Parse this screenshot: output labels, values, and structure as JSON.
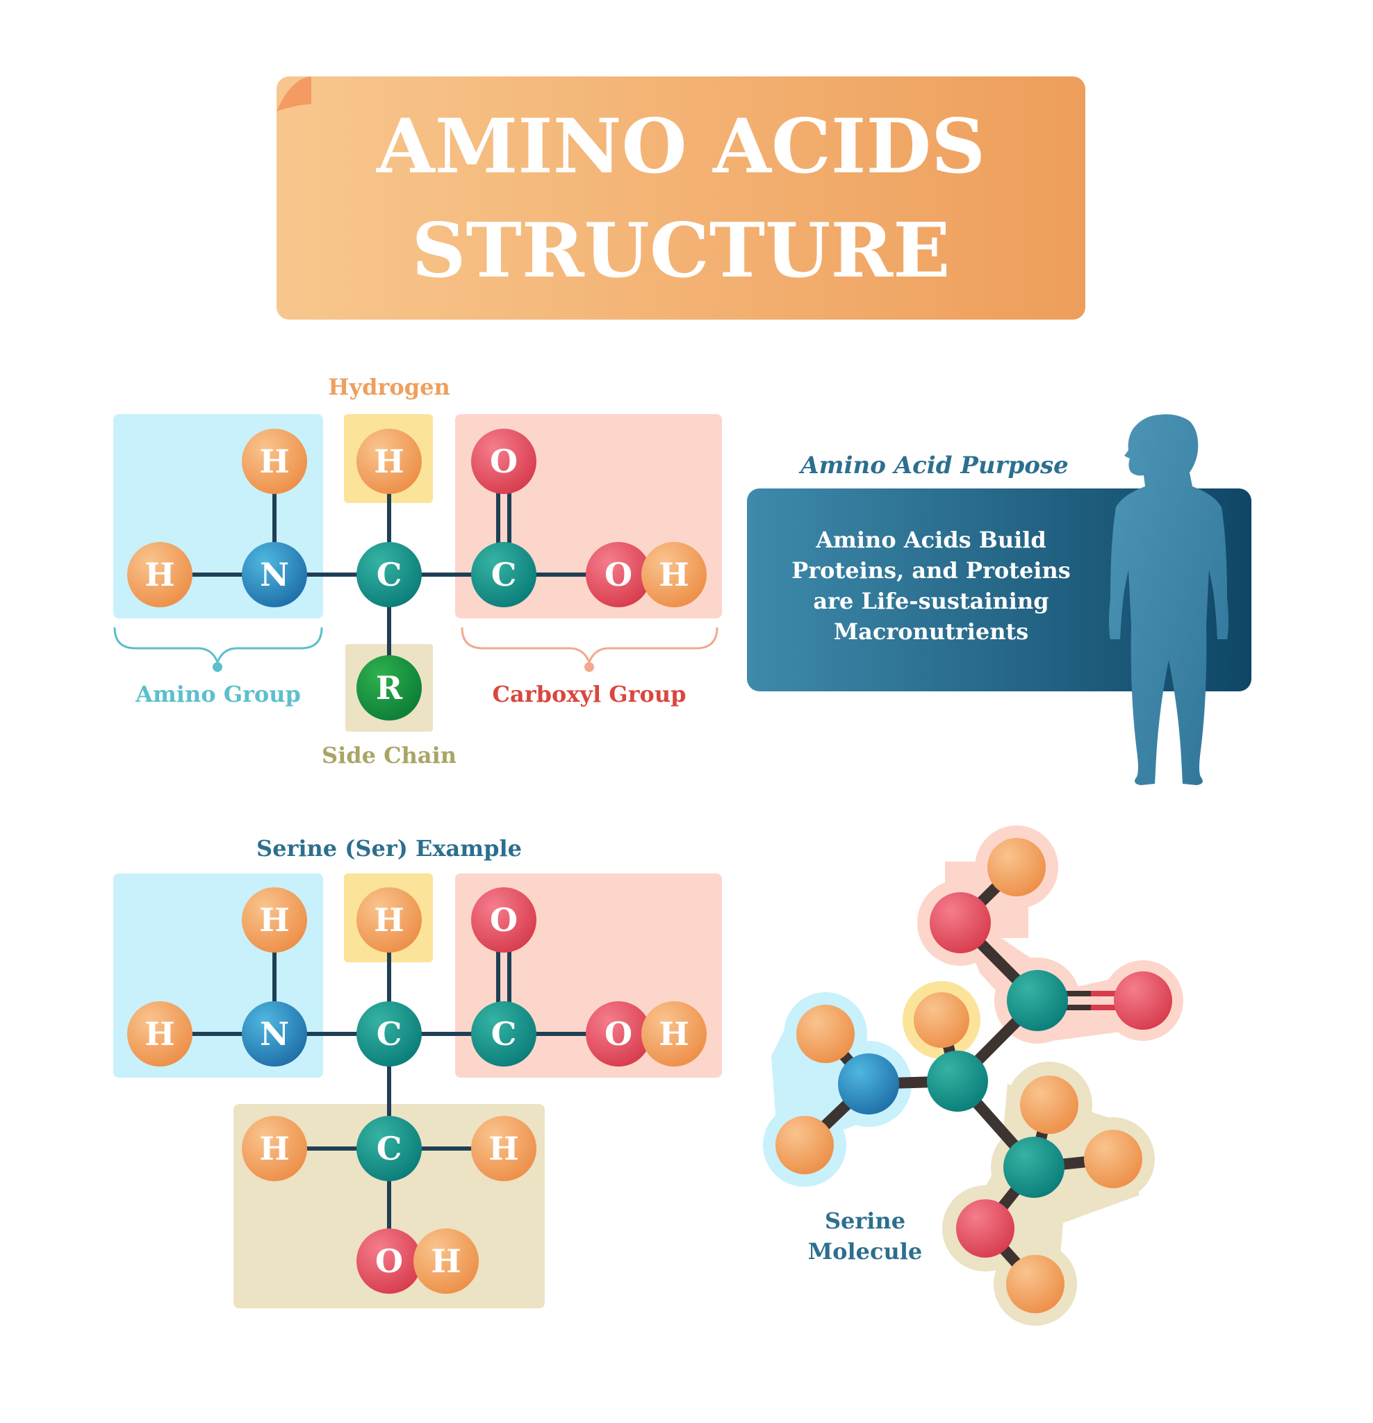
{
  "title": {
    "line1": "AMINO ACIDS",
    "line2": "STRUCTURE"
  },
  "general": {
    "hydrogen_label": "Hydrogen",
    "amino_group_label": "Amino Group",
    "carboxyl_group_label": "Carboxyl Group",
    "side_chain_label": "Side Chain",
    "atoms": {
      "h": "H",
      "n": "N",
      "c": "C",
      "o": "O",
      "r": "R"
    }
  },
  "purpose": {
    "heading": "Amino Acid Purpose",
    "line1": "Amino Acids Build",
    "line2": "Proteins, and Proteins",
    "line3": "are Life-sustaining",
    "line4": "Macronutrients"
  },
  "serine": {
    "heading": "Serine (Ser) Example",
    "molecule_label_line1": "Serine",
    "molecule_label_line2": "Molecule"
  },
  "colors": {
    "title_start": "#f6c48a",
    "title_end": "#ee9d59",
    "amino_box": "#c8f1fb",
    "hydrogen_box": "#fbe49a",
    "carboxyl_box": "#fcd6cb",
    "side_box": "#ece2c4",
    "amino_label": "#5bbfcc",
    "hydrogen_label": "#ef9f5e",
    "carboxyl_label": "#d9473e",
    "side_label": "#a8a566",
    "purpose_text": "#2c6f8e",
    "bond": "#1f3f55"
  }
}
